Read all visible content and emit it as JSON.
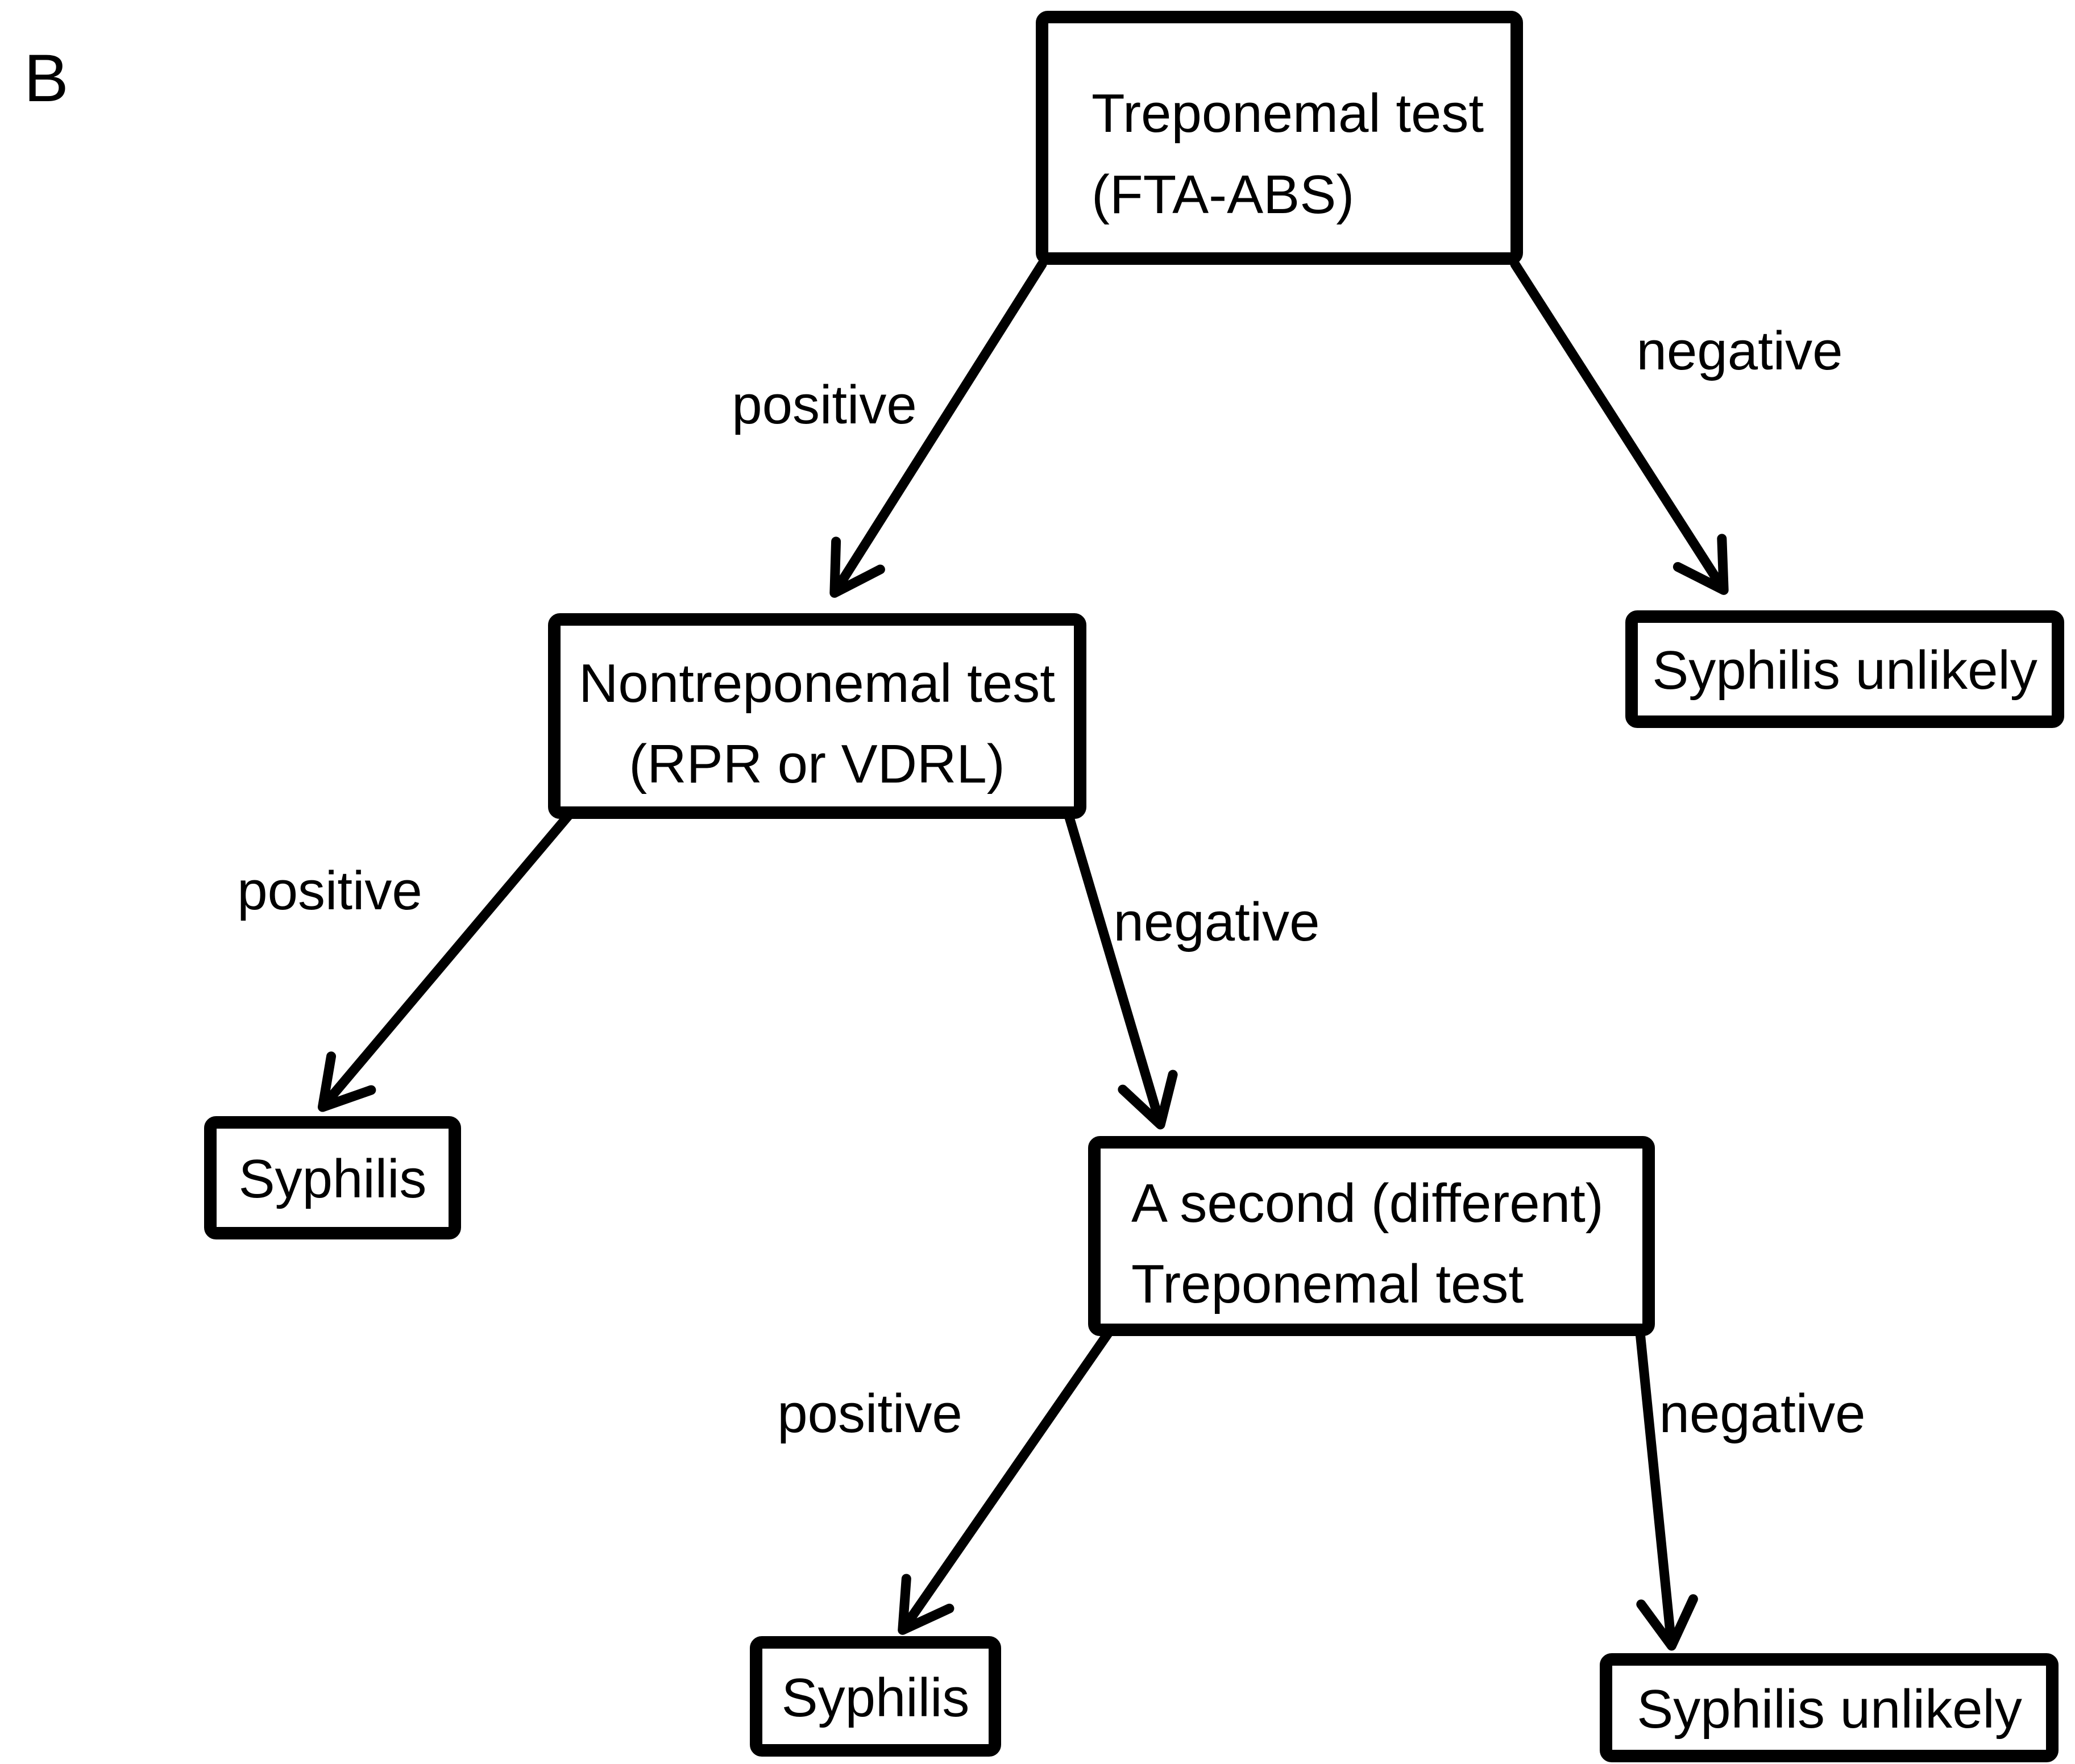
{
  "figure_label": "B",
  "colors": {
    "ink": "#000000",
    "background": "#ffffff"
  },
  "nodes": {
    "treponemal": {
      "line1": "Treponemal test",
      "line2": "(FTA-ABS)"
    },
    "nontreponemal": {
      "line1": "Nontreponemal test",
      "line2": "(RPR or VDRL)"
    },
    "syphilis_unlikely_top": {
      "label": "Syphilis unlikely"
    },
    "syphilis_left": {
      "label": "Syphilis"
    },
    "second_treponemal": {
      "line1": "A second (different)",
      "line2": "Treponemal test"
    },
    "syphilis_bottom": {
      "label": "Syphilis"
    },
    "syphilis_unlikely_bottom": {
      "label": "Syphilis unlikely"
    }
  },
  "edges": {
    "treponemal_positive": {
      "label": "positive"
    },
    "treponemal_negative": {
      "label": "negative"
    },
    "nontreponemal_positive": {
      "label": "positive"
    },
    "nontreponemal_negative": {
      "label": "negative"
    },
    "second_positive": {
      "label": "positive"
    },
    "second_negative": {
      "label": "negative"
    }
  }
}
